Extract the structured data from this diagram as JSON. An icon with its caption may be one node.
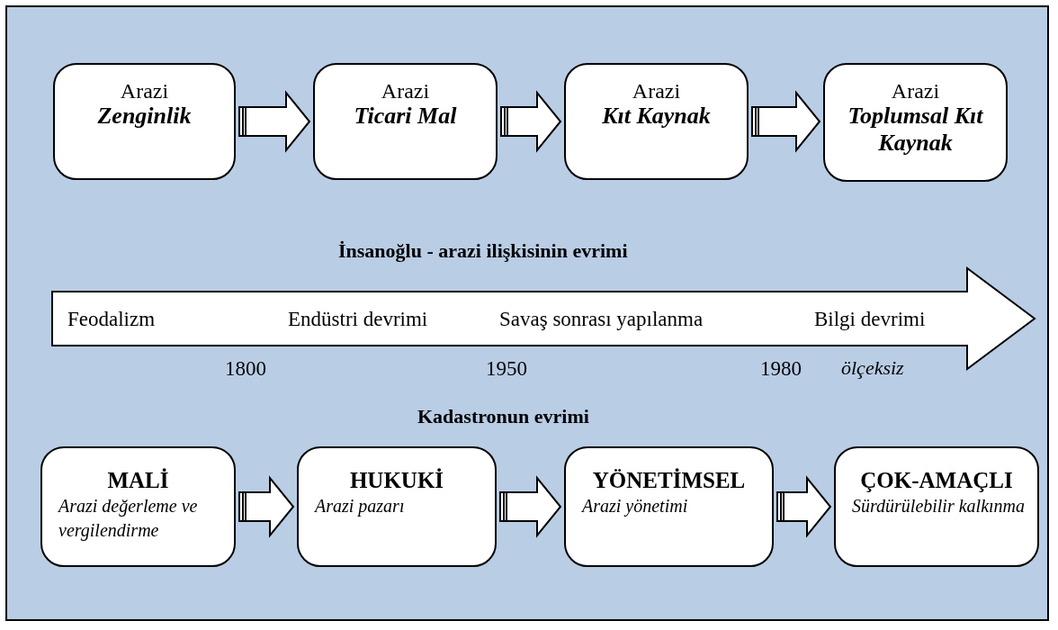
{
  "diagram": {
    "nodes": [
      {
        "text": [
          "Arazi",
          "Zenginlik"
        ]
      },
      {
        "text": [
          "Arazi",
          "Ticari Mal"
        ]
      },
      {
        "text": [
          "Arazi",
          "Kıt Kaynak"
        ]
      },
      {
        "text": [
          "Arazi",
          "Toplumsal Kıt Kaynak"
        ]
      },
      {
        "text": [
          "Feodalizm",
          "Endüstri devrimi",
          "Savaş sonrası yapılanma",
          "Bilgi devrimi"
        ]
      },
      {
        "text": [
          "MALİ",
          "Arazi değerleme ve vergilendirme"
        ]
      },
      {
        "text": [
          "HUKUKİ",
          "Arazi pazarı"
        ]
      },
      {
        "text": [
          "YÖNETİMSEL",
          "Arazi yönetimi"
        ]
      },
      {
        "text": [
          "ÇOK-AMAÇLI",
          "Sürdürülebilir kalkınma"
        ]
      }
    ],
    "edges": [
      {
        "from": 0,
        "to": 1,
        "arrow": "to"
      },
      {
        "from": 1,
        "to": 2,
        "arrow": "to"
      },
      {
        "from": 2,
        "to": 3,
        "arrow": "to"
      },
      {
        "from": 5,
        "to": 6,
        "arrow": "to"
      },
      {
        "from": 6,
        "to": 7,
        "arrow": "to"
      },
      {
        "from": 7,
        "to": 8,
        "arrow": "to"
      }
    ],
    "labels": [
      "İnsanoğlu - arazi ilişkisinin evrimi",
      "1800",
      "1950",
      "1980",
      "ölçeksiz",
      "Kadastronun evrimi"
    ]
  }
}
